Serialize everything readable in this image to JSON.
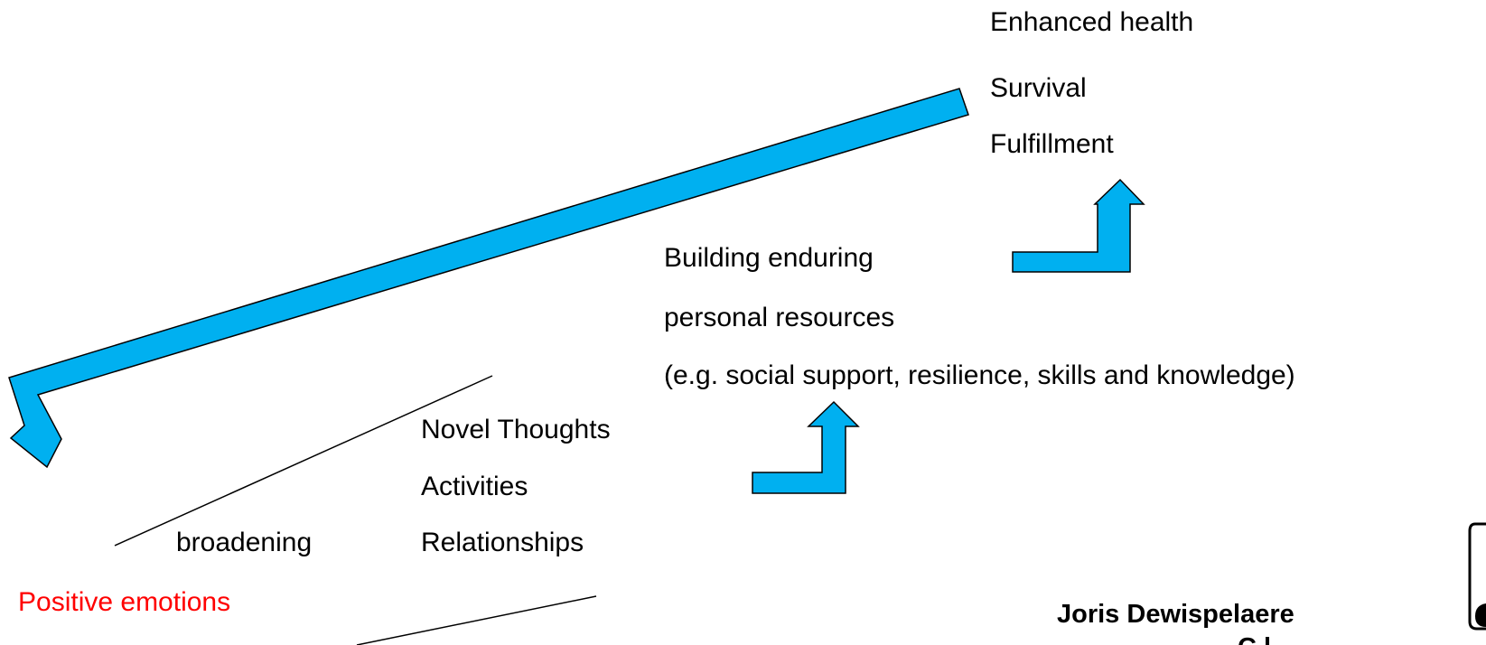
{
  "colors": {
    "arrow_fill": "#00b0f0",
    "arrow_stroke": "#000000",
    "line": "#000000",
    "highlight_text": "#ff0000",
    "text": "#000000"
  },
  "outcomes": {
    "line1": "Enhanced health",
    "line2": "Survival",
    "line3": "Fulfillment"
  },
  "resources": {
    "line1": "Building enduring",
    "line2": "personal resources",
    "line3": "(e.g. social support, resilience, skills and knowledge)"
  },
  "broadened": {
    "line1": "Novel Thoughts",
    "line2": "Activities",
    "line3": "Relationships"
  },
  "process_label": "broadening",
  "start_label": "Positive emotions",
  "footer": {
    "author": "Joris Dewispelaere",
    "second_line_partial": "C  l"
  }
}
